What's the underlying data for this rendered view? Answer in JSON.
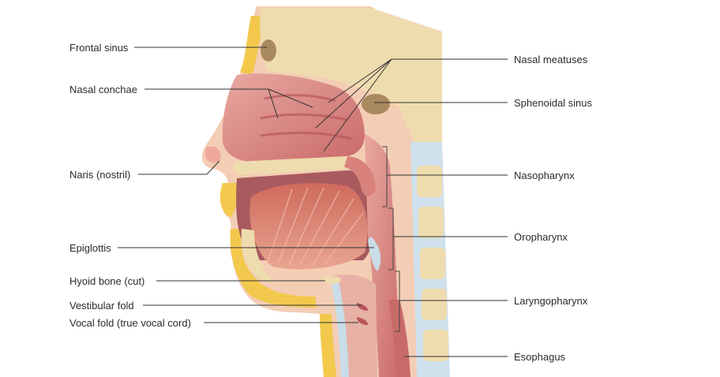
{
  "labels": {
    "frontal_sinus": "Frontal sinus",
    "nasal_conchae": "Nasal conchae",
    "naris": "Naris (nostril)",
    "epiglottis": "Epiglottis",
    "hyoid_bone": "Hyoid bone (cut)",
    "vestibular_fold": "Vestibular fold",
    "vocal_fold": "Vocal fold (true vocal cord)",
    "nasal_meatuses": "Nasal meatuses",
    "sphenoidal_sinus": "Sphenoidal sinus",
    "nasopharynx": "Nasopharynx",
    "oropharynx": "Oropharynx",
    "laryngopharynx": "Laryngopharynx",
    "esophagus": "Esophagus"
  },
  "colors": {
    "skin": "#f4cdb5",
    "bone": "#efdcae",
    "fat": "#f2c94c",
    "mucosa": "#d9827b",
    "mucosa_dark": "#b8555a",
    "muscle": "#e39c8c",
    "cartilage": "#c9dde8",
    "sinus": "#a98a5e",
    "leader": "#333333"
  }
}
